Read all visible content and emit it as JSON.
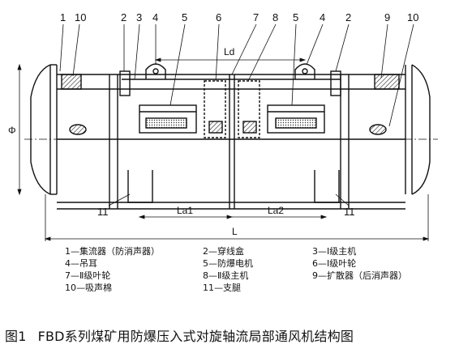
{
  "diagram": {
    "callouts_top": [
      "1",
      "10",
      "2",
      "3",
      "4",
      "5",
      "6",
      "7",
      "8",
      "5",
      "4",
      "2",
      "9",
      "10"
    ],
    "callouts_bottom": [
      "11",
      "11"
    ],
    "dimension_labels": {
      "ld": "Ld",
      "la1": "La1",
      "la2": "La2",
      "l": "L",
      "phi": "Φ"
    }
  },
  "legend": [
    [
      "1—集流器（防消声器）",
      "2—穿线盒",
      "3—Ⅰ级主机"
    ],
    [
      "4—吊耳",
      "5—防爆电机",
      "6—Ⅰ级叶轮"
    ],
    [
      "7—Ⅱ级叶轮",
      "8—Ⅱ级主机",
      "9—扩散器（后消声器）"
    ],
    [
      "10—吸声棉",
      "11—支腿",
      ""
    ]
  ],
  "caption": {
    "figure": "图1",
    "title": "FBD系列煤矿用防爆压入式对旋轴流局部通风机结构图"
  }
}
